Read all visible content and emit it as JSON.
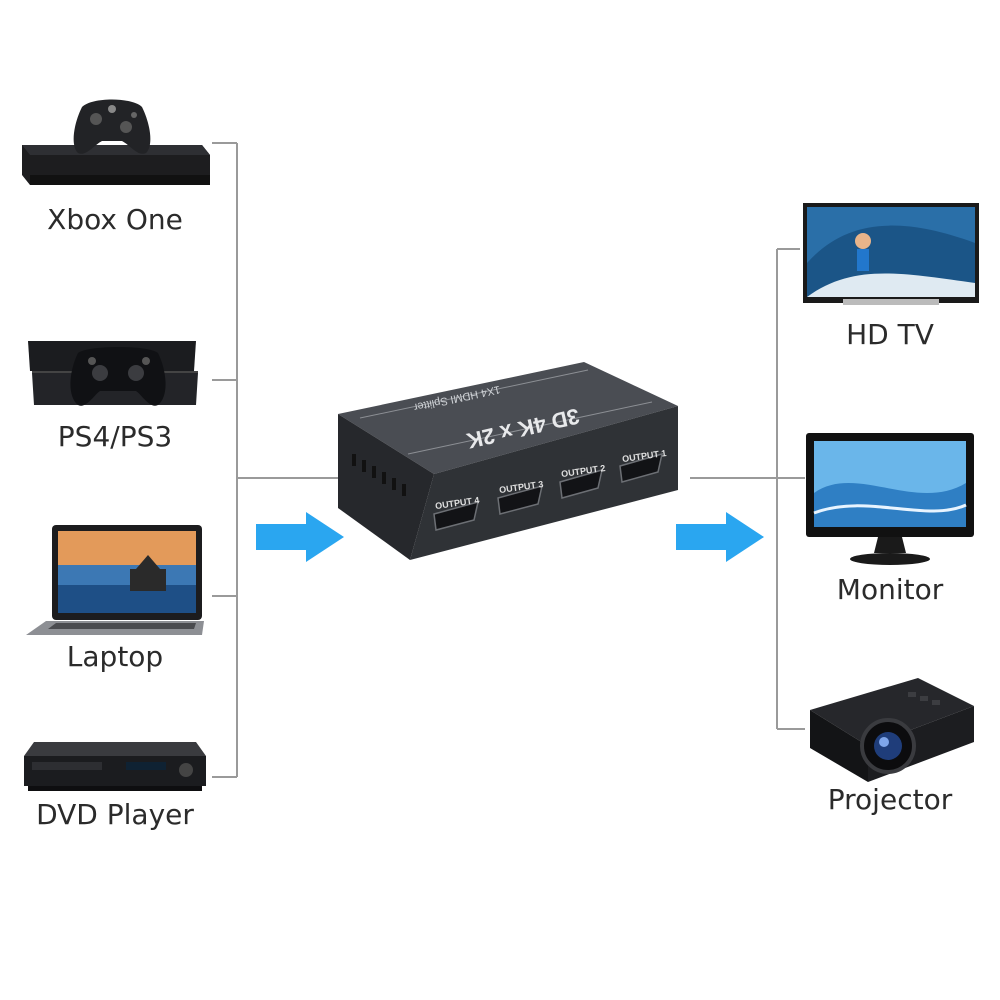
{
  "inputs": [
    {
      "label": "Xbox One",
      "icon": "xbox-console-icon"
    },
    {
      "label": "PS4/PS3",
      "icon": "playstation-console-icon"
    },
    {
      "label": "Laptop",
      "icon": "laptop-icon"
    },
    {
      "label": "DVD Player",
      "icon": "dvd-player-icon"
    }
  ],
  "outputs": [
    {
      "label": "HD TV",
      "icon": "tv-icon"
    },
    {
      "label": "Monitor",
      "icon": "monitor-icon"
    },
    {
      "label": "Projector",
      "icon": "projector-icon"
    }
  ],
  "splitter": {
    "model_text": "1X4 HDMI Splitter",
    "badge_text": "3D 4K x 2K",
    "ports": [
      "OUTPUT 4",
      "OUTPUT 3",
      "OUTPUT 2",
      "OUTPUT 1"
    ],
    "body_color": "#3a3d42"
  },
  "colors": {
    "arrow": "#2aa6f0",
    "connector_line": "#9a9a9a"
  }
}
